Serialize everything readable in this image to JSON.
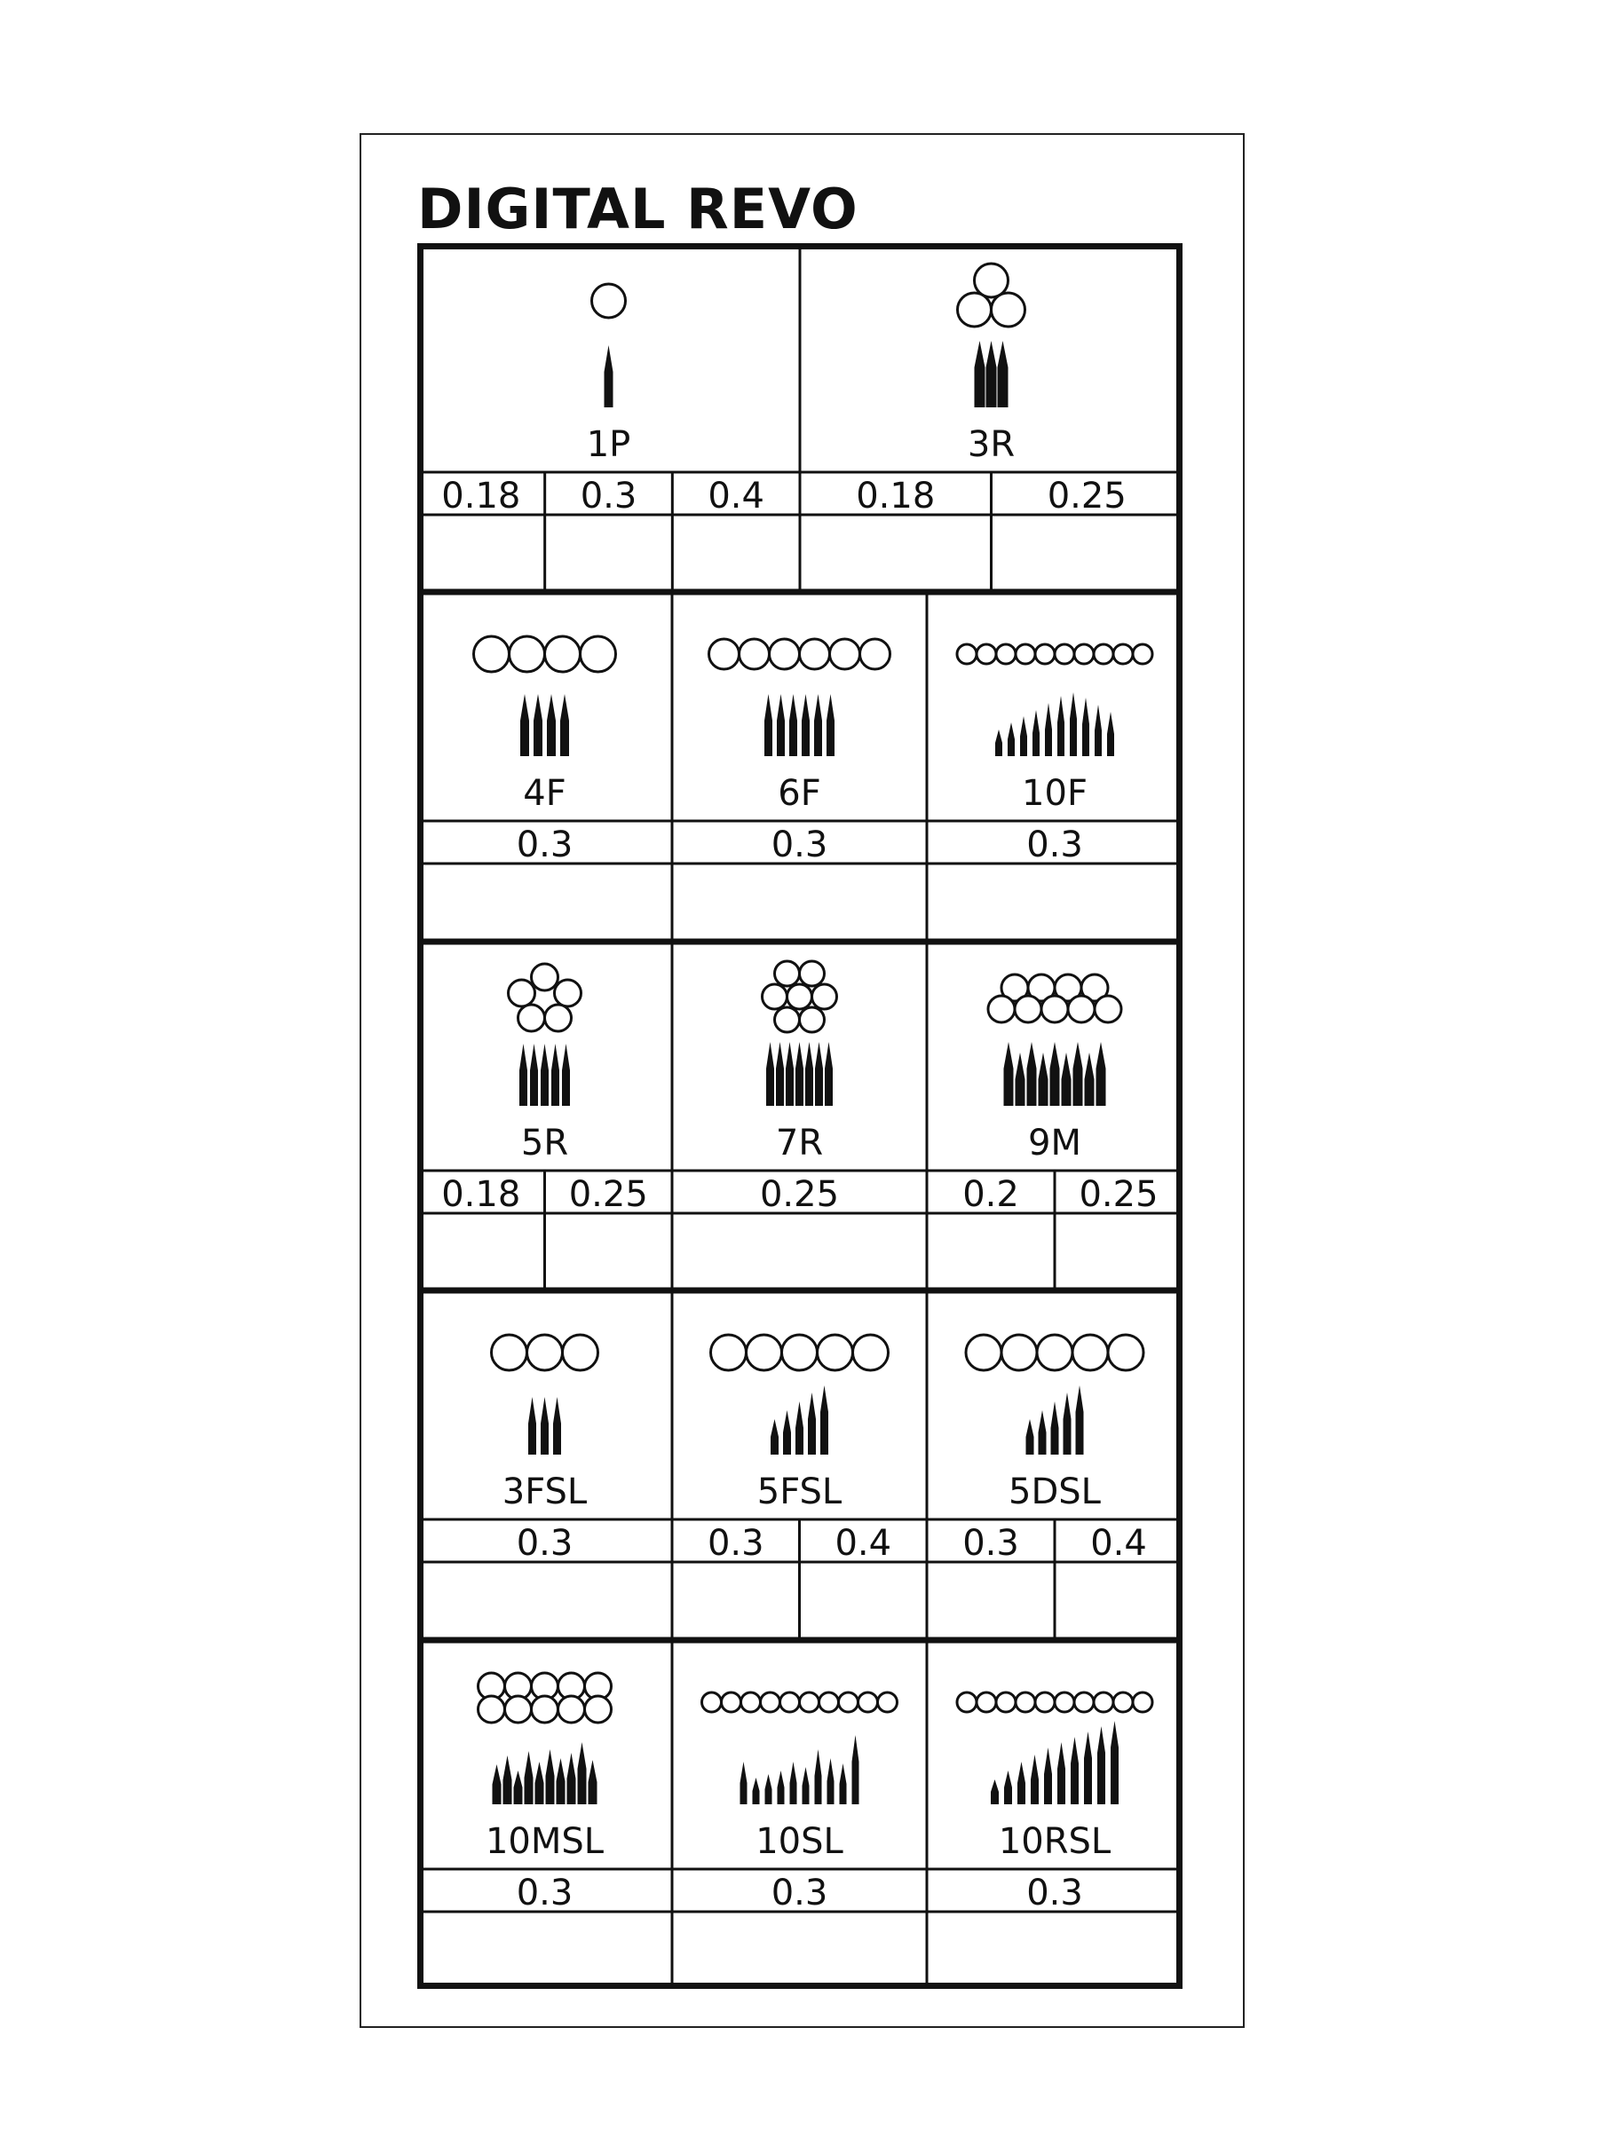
{
  "title": "DIGITAL REVO",
  "colors": {
    "ink": "#111111",
    "paper": "#ffffff"
  },
  "rows": [
    {
      "cells": [
        {
          "id": "1P",
          "label": "1P",
          "sizes": [
            "0.18",
            "0.3",
            "0.4"
          ],
          "icon": {
            "circles": "single",
            "needles": "single"
          }
        },
        {
          "id": "3R",
          "label": "3R",
          "sizes": [
            "0.18",
            "0.25"
          ],
          "icon": {
            "circles": "triangle-cluster",
            "needles": "bundle-3"
          }
        }
      ]
    },
    {
      "cells": [
        {
          "id": "4F",
          "label": "4F",
          "sizes": [
            "0.3"
          ],
          "icon": {
            "circles": "row-4",
            "needles": "flat-4"
          }
        },
        {
          "id": "6F",
          "label": "6F",
          "sizes": [
            "0.3"
          ],
          "icon": {
            "circles": "row-6",
            "needles": "flat-6"
          }
        },
        {
          "id": "10F",
          "label": "10F",
          "sizes": [
            "0.3"
          ],
          "icon": {
            "circles": "row-10",
            "needles": "flat-10"
          }
        }
      ]
    },
    {
      "cells": [
        {
          "id": "5R",
          "label": "5R",
          "sizes": [
            "0.18",
            "0.25"
          ],
          "icon": {
            "circles": "round-cluster-5",
            "needles": "bundle-5"
          }
        },
        {
          "id": "7R",
          "label": "7R",
          "sizes": [
            "0.25"
          ],
          "icon": {
            "circles": "round-cluster-7",
            "needles": "bundle-7"
          }
        },
        {
          "id": "9M",
          "label": "9M",
          "sizes": [
            "0.2",
            "0.25"
          ],
          "icon": {
            "circles": "stacked-9",
            "needles": "magnum-9"
          }
        }
      ]
    },
    {
      "cells": [
        {
          "id": "3FSL",
          "label": "3FSL",
          "sizes": [
            "0.3"
          ],
          "icon": {
            "circles": "row-3",
            "needles": "flat-3"
          }
        },
        {
          "id": "5FSL",
          "label": "5FSL",
          "sizes": [
            "0.3",
            "0.4"
          ],
          "icon": {
            "circles": "row-5",
            "needles": "flat-5"
          }
        },
        {
          "id": "5DSL",
          "label": "5DSL",
          "sizes": [
            "0.3",
            "0.4"
          ],
          "icon": {
            "circles": "row-5",
            "needles": "flat-5"
          }
        }
      ]
    },
    {
      "cells": [
        {
          "id": "10MSL",
          "label": "10MSL",
          "sizes": [
            "0.3"
          ],
          "icon": {
            "circles": "stacked-10",
            "needles": "magnum-10"
          }
        },
        {
          "id": "10SL",
          "label": "10SL",
          "sizes": [
            "0.3"
          ],
          "icon": {
            "circles": "row-10",
            "needles": "curved-10"
          }
        },
        {
          "id": "10RSL",
          "label": "10RSL",
          "sizes": [
            "0.3"
          ],
          "icon": {
            "circles": "row-10",
            "needles": "rising-10"
          }
        }
      ]
    }
  ]
}
